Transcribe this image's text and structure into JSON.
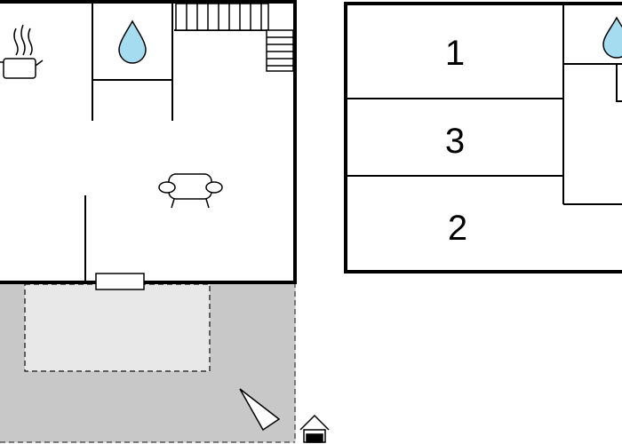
{
  "floors": [
    {
      "name": "ground-floor",
      "icons": [
        "kitchen-pot-icon",
        "water-drop-icon",
        "staircase-icon",
        "armchair-icon",
        "door-icon",
        "compass-north-arrow-icon",
        "entrance-house-icon"
      ],
      "areas": [
        "terrace",
        "garden-patio"
      ]
    },
    {
      "name": "upper-floor",
      "rooms": [
        {
          "label": "1"
        },
        {
          "label": "3"
        },
        {
          "label": "2"
        }
      ],
      "icons": [
        "water-drop-icon"
      ]
    }
  ],
  "colors": {
    "wall": "#000000",
    "terrace": "#c8c8c8",
    "patio": "#e8e8e8",
    "water": "#a6dcef"
  }
}
